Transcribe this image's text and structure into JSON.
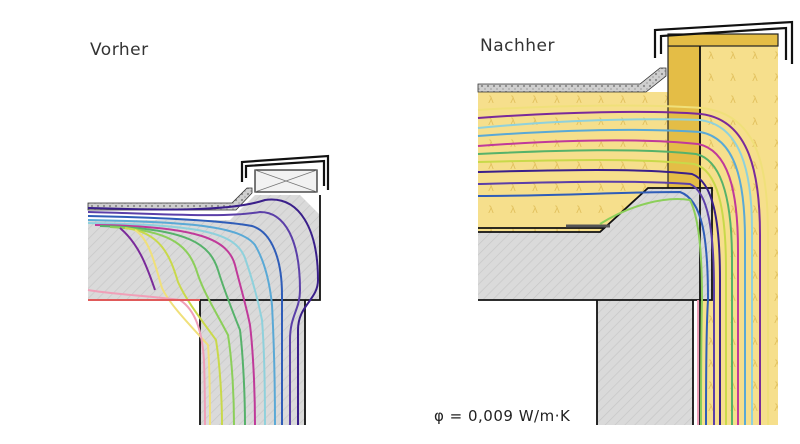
{
  "labels": {
    "before": "Vorher",
    "after": "Nachher",
    "psi_value": "φ = 0,009 W/m·K"
  },
  "colors": {
    "insulation": "#f5dc86",
    "insulation_dark": "#e6c14a",
    "concrete": "#d9d9d9",
    "outline": "#1a1a1a",
    "isotherms": [
      "#3a1f8a",
      "#5b3fa8",
      "#2f5db8",
      "#5aa9d6",
      "#8fd1dc",
      "#56b26a",
      "#8ccf5a",
      "#c9d94a",
      "#f0e07a",
      "#f0a0b8",
      "#c03a9a",
      "#7a2a9a",
      "#e05a5a"
    ]
  },
  "icons": {
    "lambda_hatch": "lambda-hatch-icon",
    "concrete_hatch": "diagonal-hatch-icon"
  }
}
